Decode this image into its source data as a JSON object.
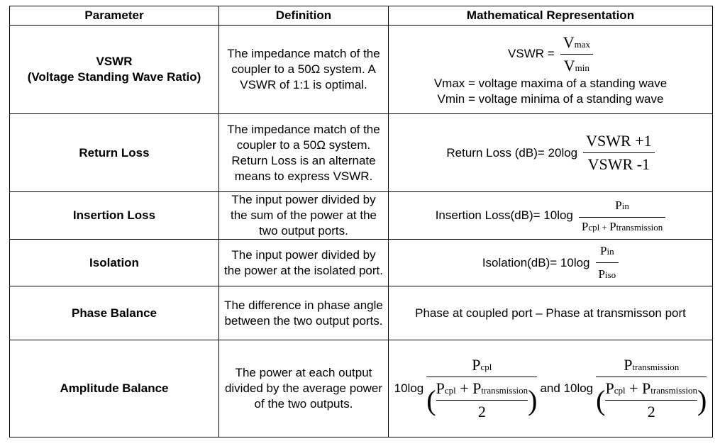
{
  "headers": {
    "parameter": "Parameter",
    "definition": "Definition",
    "math": "Mathematical Representation"
  },
  "rows": {
    "vswr": {
      "param_line1": "VSWR",
      "param_line2": "(Voltage Standing Wave Ratio)",
      "definition": "The impedance match of the coupler to a 50Ω system. A VSWR of 1:1 is optimal.",
      "lhs": "VSWR =",
      "num": "V",
      "num_sub": "max",
      "den": "V",
      "den_sub": "min",
      "note1": "Vmax = voltage maxima of a standing wave",
      "note2": "Vmin = voltage minima of a standing wave"
    },
    "return_loss": {
      "param": "Return Loss",
      "definition": "The impedance match of the coupler to a 50Ω system.  Return Loss is an alternate means to express VSWR.",
      "lhs": "Return Loss (dB)= 20log",
      "num": "VSWR +1",
      "den": "VSWR -1"
    },
    "insertion_loss": {
      "param": "Insertion Loss",
      "definition": "The input power divided by the sum of the power at the two output ports.",
      "lhs": "Insertion Loss(dB)= 10log",
      "num": "P",
      "num_sub": "in",
      "den_a": "P",
      "den_a_sub": "cpl",
      "den_plus": " + ",
      "den_b": "P",
      "den_b_sub": "transmission"
    },
    "isolation": {
      "param": "Isolation",
      "definition": "The input power divided by the power at the isolated port.",
      "lhs": "Isolation(dB)= 10log",
      "num": "P",
      "num_sub": "in",
      "den": "P",
      "den_sub": "iso"
    },
    "phase_balance": {
      "param": "Phase Balance",
      "definition": "The difference in phase angle between the two output ports.",
      "math": "Phase at coupled port – Phase at transmisson port"
    },
    "amplitude_balance": {
      "param": "Amplitude Balance",
      "definition": "The power at each output divided by the average power of the two outputs.",
      "lhs": "10log",
      "mid": "and 10log",
      "num1": "P",
      "num1_sub": "cpl",
      "num2": "P",
      "num2_sub": "transmission",
      "den_a": "P",
      "den_a_sub": "cpl",
      "den_plus": " + ",
      "den_b": "P",
      "den_b_sub": "transmission",
      "den_two": "2",
      "paren_open": "(",
      "paren_close": ")"
    }
  }
}
